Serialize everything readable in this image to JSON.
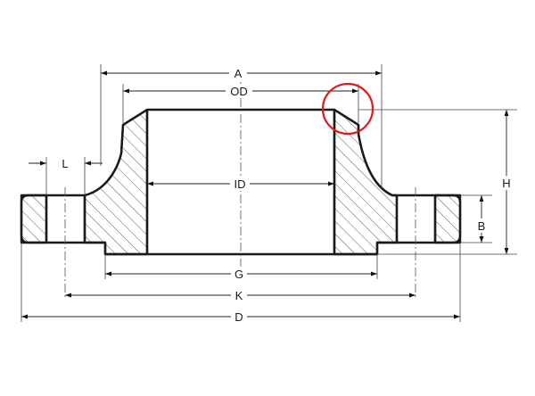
{
  "dimensions": {
    "A": "A",
    "OD": "OD",
    "L": "L",
    "ID": "ID",
    "H": "H",
    "B": "B",
    "G": "G",
    "K": "K",
    "D": "D"
  },
  "highlight": {
    "color": "#e01b1b",
    "feature": "weld-bevel"
  },
  "colors": {
    "line": "#1a1a1a",
    "hatch": "#333333"
  }
}
